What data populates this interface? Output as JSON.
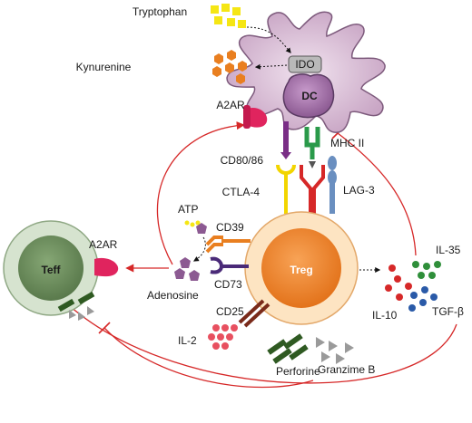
{
  "labels": {
    "tryptophan": "Tryptophan",
    "kynurenine": "Kynurenine",
    "ido": "IDO",
    "dc": "DC",
    "a2ar_dc": "A2AR",
    "cd80_86": "CD80/86",
    "mhc2": "MHC II",
    "ctla4": "CTLA-4",
    "lag3": "LAG-3",
    "atp": "ATP",
    "cd39": "CD39",
    "cd73": "CD73",
    "adenosine": "Adenosine",
    "teff": "Teff",
    "a2ar_teff": "A2AR",
    "treg": "Treg",
    "cd25": "CD25",
    "il2": "IL-2",
    "perforine": "Perforine",
    "granzime": "Granzime B",
    "il35": "IL-35",
    "il10": "IL-10",
    "tgfb": "TGF-β"
  },
  "colors": {
    "dc_body": "#d9bfd6",
    "dc_nucleus": "#a46fa8",
    "treg_outer": "#fde4c2",
    "treg_inner": "#f08a2a",
    "teff_outer": "#d6e3cf",
    "teff_inner": "#6f8f60",
    "inhibition_red": "#d62828",
    "a2ar_pink": "#e0245e",
    "tryptophan_yellow": "#f5e614",
    "kynurenine_orange": "#e97f20",
    "ctla4_yellow": "#f2d500",
    "cd80_purple": "#7a2e86",
    "mhc_green": "#2a9a4a",
    "tcr_red": "#d62828",
    "lag3_blue": "#6a8fc0",
    "cd39_orange": "#e97f20",
    "cd73_purple": "#4a2a78",
    "cd25_brown": "#7a2a1a",
    "perforine_green": "#2f5a22",
    "granzime_gray": "#9a9a9a",
    "il35_green": "#2f8f3a",
    "il10_red": "#d62828",
    "tgfb_blue": "#2a5aa8",
    "il2_red": "#e85060"
  }
}
